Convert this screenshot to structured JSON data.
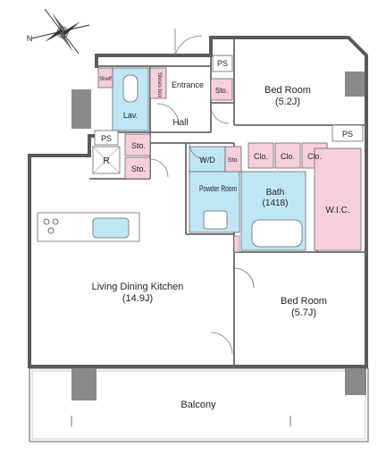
{
  "compass": {
    "north_label": "N"
  },
  "rooms": {
    "entrance": "Entrance",
    "shelf": "Shelf",
    "shoes_box": "Shoes box",
    "lavatory": "Lav.",
    "hall": "Hall",
    "ps_top": "PS",
    "ps_left": "PS",
    "ps_right": "PS",
    "refrigerator": "R",
    "storage_entrance": "Sto.",
    "storage_hall_1": "Sto.",
    "storage_hall_2": "Sto.",
    "storage_powder": "Sto.",
    "washer_dryer": "W/D",
    "powder_room": "Powder Room",
    "bath": "Bath",
    "bath_size": "(1418)",
    "closet_1": "Clo.",
    "closet_2": "Clo.",
    "closet_3": "Clo.",
    "walk_in_closet": "W.I.C.",
    "bedroom_top": "Bed Room",
    "bedroom_top_size": "(5.2J)",
    "bedroom_bottom": "Bed Room",
    "bedroom_bottom_size": "(5.7J)",
    "ldk": "Living Dining Kitchen",
    "ldk_size": "(14.9J)",
    "balcony": "Balcony"
  },
  "colors": {
    "wet_area": "#bfe6f5",
    "storage": "#f6cfdf",
    "wall": "#5a5a5a",
    "pillar": "#8a8a8a"
  }
}
